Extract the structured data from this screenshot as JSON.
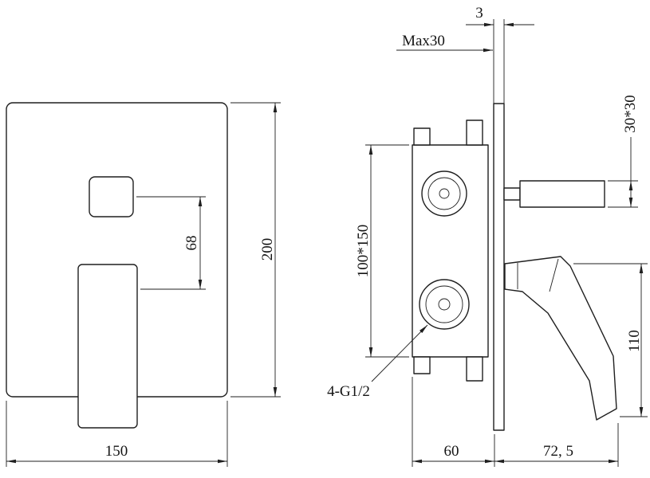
{
  "front_view": {
    "width": "150",
    "height": "200",
    "button_offset": "68"
  },
  "side_view": {
    "plate_thickness": "3",
    "max_wall_depth": "Max30",
    "port_spacing": "100*150",
    "thread_spec": "4-G1/2",
    "spout_section": "30*30",
    "handle_height": "110",
    "body_depth": "60",
    "handle_projection": "72, 5"
  }
}
